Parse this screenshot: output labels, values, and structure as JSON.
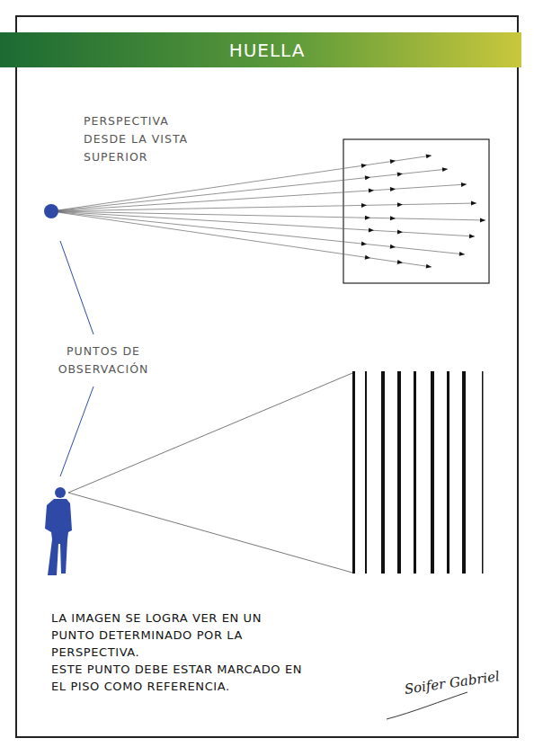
{
  "diagram": {
    "title": "HUELLA",
    "labels": [
      "PERSPECTIVA DESDE LA VISTA SUPERIOR",
      "PUNTOS DE OBSERVACIÓN",
      "LA IMAGEN SE LOGRA VER EN UN PUNTO DETERMINADO POR LA PERSPECTIVA.",
      "ESTE PUNTO DEBE ESTAR MARCADO EN EL PISO COMO REFERENCIA.",
      "Soifer Gabriel"
    ]
  }
}
